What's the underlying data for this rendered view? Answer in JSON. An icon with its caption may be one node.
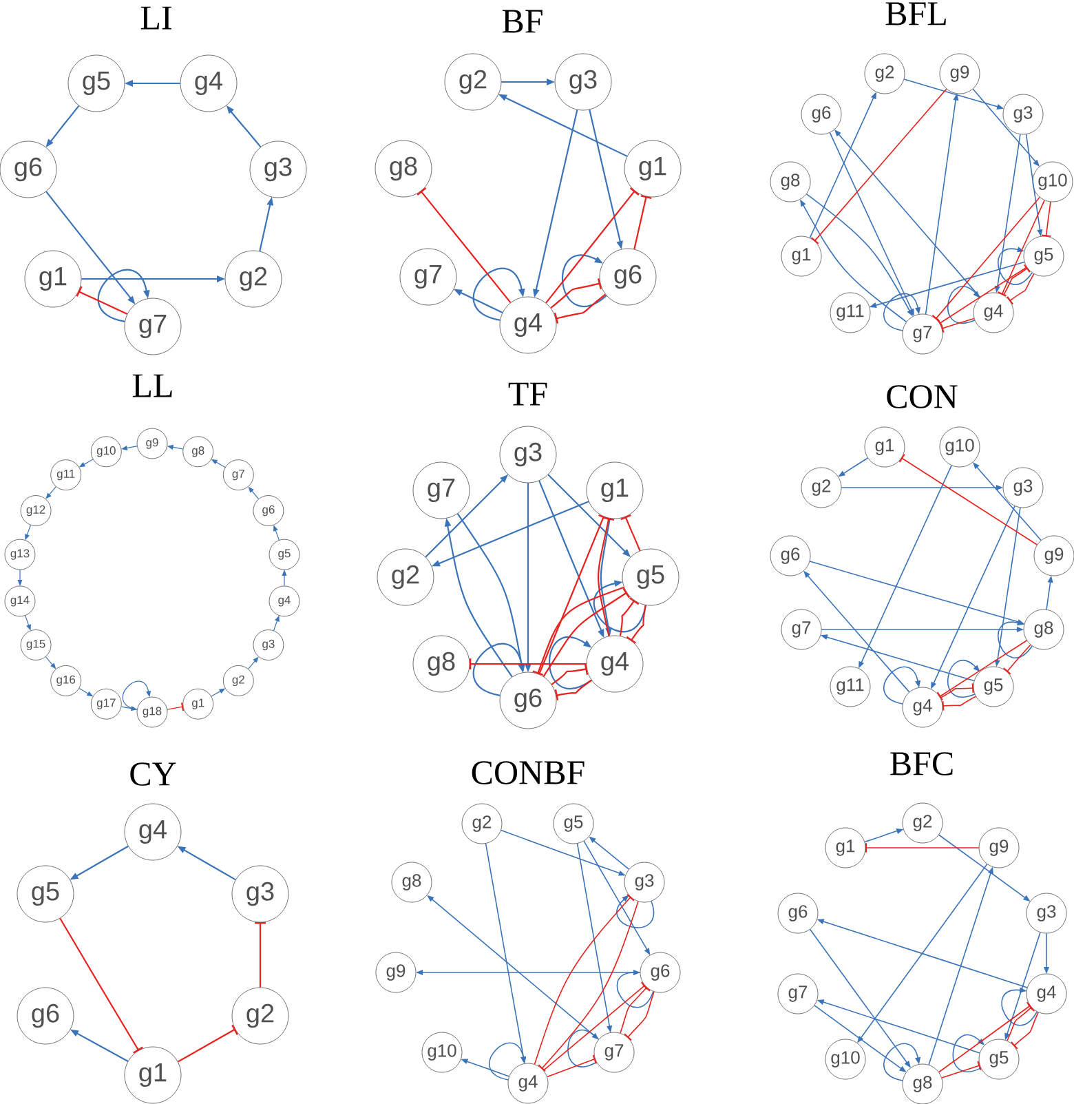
{
  "diagram": {
    "nodes": [
      {
        "text": [
          "g5"
        ]
      },
      {
        "text": [
          "g4"
        ]
      },
      {
        "text": [
          "g6"
        ]
      },
      {
        "text": [
          "g3"
        ]
      },
      {
        "text": [
          "g1"
        ]
      },
      {
        "text": [
          "g2"
        ]
      },
      {
        "text": [
          "g7"
        ]
      },
      {
        "text": [
          "g2"
        ]
      },
      {
        "text": [
          "g3"
        ]
      },
      {
        "text": [
          "g8"
        ]
      },
      {
        "text": [
          "g1"
        ]
      },
      {
        "text": [
          "g7"
        ]
      },
      {
        "text": [
          "g6"
        ]
      },
      {
        "text": [
          "g4"
        ]
      },
      {
        "text": [
          "g2"
        ]
      },
      {
        "text": [
          "g9"
        ]
      },
      {
        "text": [
          "g6"
        ]
      },
      {
        "text": [
          "g3"
        ]
      },
      {
        "text": [
          "g8"
        ]
      },
      {
        "text": [
          "g10"
        ]
      },
      {
        "text": [
          "g1"
        ]
      },
      {
        "text": [
          "g5"
        ]
      },
      {
        "text": [
          "g11"
        ]
      },
      {
        "text": [
          "g4"
        ]
      },
      {
        "text": [
          "g7"
        ]
      },
      {
        "text": [
          "g9"
        ]
      },
      {
        "text": [
          "g10"
        ]
      },
      {
        "text": [
          "g8"
        ]
      },
      {
        "text": [
          "g11"
        ]
      },
      {
        "text": [
          "g7"
        ]
      },
      {
        "text": [
          "g12"
        ]
      },
      {
        "text": [
          "g6"
        ]
      },
      {
        "text": [
          "g13"
        ]
      },
      {
        "text": [
          "g5"
        ]
      },
      {
        "text": [
          "g14"
        ]
      },
      {
        "text": [
          "g4"
        ]
      },
      {
        "text": [
          "g15"
        ]
      },
      {
        "text": [
          "g3"
        ]
      },
      {
        "text": [
          "g16"
        ]
      },
      {
        "text": [
          "g2"
        ]
      },
      {
        "text": [
          "g17"
        ]
      },
      {
        "text": [
          "g1"
        ]
      },
      {
        "text": [
          "g18"
        ]
      },
      {
        "text": [
          "g3"
        ]
      },
      {
        "text": [
          "g7"
        ]
      },
      {
        "text": [
          "g1"
        ]
      },
      {
        "text": [
          "g2"
        ]
      },
      {
        "text": [
          "g5"
        ]
      },
      {
        "text": [
          "g8"
        ]
      },
      {
        "text": [
          "g4"
        ]
      },
      {
        "text": [
          "g6"
        ]
      },
      {
        "text": [
          "g1"
        ]
      },
      {
        "text": [
          "g10"
        ]
      },
      {
        "text": [
          "g2"
        ]
      },
      {
        "text": [
          "g3"
        ]
      },
      {
        "text": [
          "g6"
        ]
      },
      {
        "text": [
          "g9"
        ]
      },
      {
        "text": [
          "g7"
        ]
      },
      {
        "text": [
          "g8"
        ]
      },
      {
        "text": [
          "g11"
        ]
      },
      {
        "text": [
          "g5"
        ]
      },
      {
        "text": [
          "g4"
        ]
      },
      {
        "text": [
          "g4"
        ]
      },
      {
        "text": [
          "g5"
        ]
      },
      {
        "text": [
          "g3"
        ]
      },
      {
        "text": [
          "g6"
        ]
      },
      {
        "text": [
          "g2"
        ]
      },
      {
        "text": [
          "g1"
        ]
      },
      {
        "text": [
          "g2"
        ]
      },
      {
        "text": [
          "g5"
        ]
      },
      {
        "text": [
          "g8"
        ]
      },
      {
        "text": [
          "g3"
        ]
      },
      {
        "text": [
          "g9"
        ]
      },
      {
        "text": [
          "g6"
        ]
      },
      {
        "text": [
          "g10"
        ]
      },
      {
        "text": [
          "g7"
        ]
      },
      {
        "text": [
          "g4"
        ]
      },
      {
        "text": [
          "g2"
        ]
      },
      {
        "text": [
          "g1"
        ]
      },
      {
        "text": [
          "g9"
        ]
      },
      {
        "text": [
          "g6"
        ]
      },
      {
        "text": [
          "g3"
        ]
      },
      {
        "text": [
          "g7"
        ]
      },
      {
        "text": [
          "g4"
        ]
      },
      {
        "text": [
          "g10"
        ]
      },
      {
        "text": [
          "g5"
        ]
      },
      {
        "text": [
          "g8"
        ]
      }
    ],
    "edges": [
      {
        "from": 1,
        "to": 0,
        "arrow": "to"
      },
      {
        "from": 0,
        "to": 2,
        "arrow": "to"
      },
      {
        "from": 2,
        "to": 6,
        "arrow": "to"
      },
      {
        "from": 3,
        "to": 1,
        "arrow": "to"
      },
      {
        "from": 5,
        "to": 3,
        "arrow": "to"
      },
      {
        "from": 4,
        "to": 5,
        "arrow": "to"
      },
      {
        "from": 6,
        "to": 6,
        "arrow": "to"
      },
      {
        "from": 6,
        "to": 4,
        "arrow": "other",
        "color": "#e8211d"
      },
      {
        "from": 7,
        "to": 8,
        "arrow": "to"
      },
      {
        "from": 10,
        "to": 7,
        "arrow": "to"
      },
      {
        "from": 8,
        "to": 13,
        "arrow": "to"
      },
      {
        "from": 8,
        "to": 12,
        "arrow": "to"
      },
      {
        "from": 13,
        "to": 11,
        "arrow": "to"
      },
      {
        "from": 13,
        "to": 13,
        "arrow": "to"
      },
      {
        "from": 12,
        "to": 12,
        "arrow": "to"
      },
      {
        "from": 13,
        "to": 9,
        "arrow": "other",
        "color": "#e8211d"
      },
      {
        "from": 13,
        "to": 10,
        "arrow": "other",
        "color": "#e8211d"
      },
      {
        "from": 13,
        "to": 12,
        "arrow": "other",
        "color": "#e8211d"
      },
      {
        "from": 12,
        "to": 10,
        "arrow": "other",
        "color": "#e8211d"
      },
      {
        "from": 12,
        "to": 13,
        "arrow": "other",
        "color": "#e8211d"
      },
      {
        "from": 14,
        "to": 17,
        "arrow": "to"
      },
      {
        "from": 20,
        "to": 14,
        "arrow": "to"
      },
      {
        "from": 15,
        "to": 19,
        "arrow": "to"
      },
      {
        "from": 24,
        "to": 15,
        "arrow": "to"
      },
      {
        "from": 16,
        "to": 24,
        "arrow": "to"
      },
      {
        "from": 18,
        "to": 24,
        "arrow": "to"
      },
      {
        "from": 24,
        "to": 18,
        "arrow": "to"
      },
      {
        "from": 23,
        "to": 16,
        "arrow": "to"
      },
      {
        "from": 17,
        "to": 23,
        "arrow": "to"
      },
      {
        "from": 17,
        "to": 21,
        "arrow": "to"
      },
      {
        "from": 24,
        "to": 24,
        "arrow": "to"
      },
      {
        "from": 21,
        "to": 22,
        "arrow": "to"
      },
      {
        "from": 21,
        "to": 21,
        "arrow": "to"
      },
      {
        "from": 23,
        "to": 23,
        "arrow": "to"
      },
      {
        "from": 15,
        "to": 20,
        "arrow": "other",
        "color": "#e8211d"
      },
      {
        "from": 19,
        "to": 21,
        "arrow": "other",
        "color": "#e8211d"
      },
      {
        "from": 19,
        "to": 23,
        "arrow": "other",
        "color": "#e8211d"
      },
      {
        "from": 19,
        "to": 24,
        "arrow": "other",
        "color": "#e8211d"
      },
      {
        "from": 21,
        "to": 24,
        "arrow": "other",
        "color": "#e8211d"
      },
      {
        "from": 21,
        "to": 23,
        "arrow": "other",
        "color": "#e8211d"
      },
      {
        "from": 23,
        "to": 21,
        "arrow": "other",
        "color": "#e8211d"
      },
      {
        "from": 23,
        "to": 24,
        "arrow": "other",
        "color": "#e8211d"
      },
      {
        "from": 41,
        "to": 39,
        "arrow": "to"
      },
      {
        "from": 39,
        "to": 37,
        "arrow": "to"
      },
      {
        "from": 37,
        "to": 35,
        "arrow": "to"
      },
      {
        "from": 35,
        "to": 33,
        "arrow": "to"
      },
      {
        "from": 33,
        "to": 31,
        "arrow": "to"
      },
      {
        "from": 31,
        "to": 29,
        "arrow": "to"
      },
      {
        "from": 29,
        "to": 27,
        "arrow": "to"
      },
      {
        "from": 27,
        "to": 25,
        "arrow": "to"
      },
      {
        "from": 25,
        "to": 26,
        "arrow": "to"
      },
      {
        "from": 26,
        "to": 28,
        "arrow": "to"
      },
      {
        "from": 28,
        "to": 30,
        "arrow": "to"
      },
      {
        "from": 30,
        "to": 32,
        "arrow": "to"
      },
      {
        "from": 32,
        "to": 34,
        "arrow": "to"
      },
      {
        "from": 34,
        "to": 36,
        "arrow": "to"
      },
      {
        "from": 36,
        "to": 38,
        "arrow": "to"
      },
      {
        "from": 38,
        "to": 40,
        "arrow": "to"
      },
      {
        "from": 40,
        "to": 42,
        "arrow": "to"
      },
      {
        "from": 42,
        "to": 42,
        "arrow": "to"
      },
      {
        "from": 42,
        "to": 41,
        "arrow": "other",
        "color": "#e8211d"
      },
      {
        "from": 46,
        "to": 43,
        "arrow": "to"
      },
      {
        "from": 45,
        "to": 46,
        "arrow": "to"
      },
      {
        "from": 43,
        "to": 50,
        "arrow": "to"
      },
      {
        "from": 43,
        "to": 49,
        "arrow": "to"
      },
      {
        "from": 43,
        "to": 47,
        "arrow": "to"
      },
      {
        "from": 44,
        "to": 50,
        "arrow": "to"
      },
      {
        "from": 50,
        "to": 44,
        "arrow": "to"
      },
      {
        "from": 50,
        "to": 50,
        "arrow": "to"
      },
      {
        "from": 49,
        "to": 49,
        "arrow": "to"
      },
      {
        "from": 47,
        "to": 47,
        "arrow": "to"
      },
      {
        "from": 45,
        "to": 49,
        "arrow": "to"
      },
      {
        "from": 49,
        "to": 48,
        "arrow": "other",
        "color": "#e8211d"
      },
      {
        "from": 50,
        "to": 45,
        "arrow": "other",
        "color": "#e8211d"
      },
      {
        "from": 50,
        "to": 47,
        "arrow": "other",
        "color": "#e8211d"
      },
      {
        "from": 50,
        "to": 49,
        "arrow": "other",
        "color": "#e8211d"
      },
      {
        "from": 47,
        "to": 50,
        "arrow": "other",
        "color": "#e8211d"
      },
      {
        "from": 47,
        "to": 49,
        "arrow": "other",
        "color": "#e8211d"
      },
      {
        "from": 49,
        "to": 50,
        "arrow": "other",
        "color": "#e8211d"
      },
      {
        "from": 47,
        "to": 45,
        "arrow": "other",
        "color": "#e8211d"
      },
      {
        "from": 49,
        "to": 47,
        "arrow": "other",
        "color": "#e8211d"
      },
      {
        "from": 49,
        "to": 45,
        "arrow": "other",
        "color": "#e8211d"
      },
      {
        "from": 51,
        "to": 53,
        "arrow": "to"
      },
      {
        "from": 53,
        "to": 54,
        "arrow": "to"
      },
      {
        "from": 56,
        "to": 52,
        "arrow": "to"
      },
      {
        "from": 52,
        "to": 59,
        "arrow": "to"
      },
      {
        "from": 54,
        "to": 61,
        "arrow": "to"
      },
      {
        "from": 54,
        "to": 60,
        "arrow": "to"
      },
      {
        "from": 55,
        "to": 58,
        "arrow": "to"
      },
      {
        "from": 57,
        "to": 58,
        "arrow": "to"
      },
      {
        "from": 58,
        "to": 56,
        "arrow": "to"
      },
      {
        "from": 58,
        "to": 58,
        "arrow": "to"
      },
      {
        "from": 60,
        "to": 57,
        "arrow": "to"
      },
      {
        "from": 61,
        "to": 55,
        "arrow": "to"
      },
      {
        "from": 61,
        "to": 61,
        "arrow": "to"
      },
      {
        "from": 60,
        "to": 60,
        "arrow": "to"
      },
      {
        "from": 56,
        "to": 51,
        "arrow": "other",
        "color": "#e8211d"
      },
      {
        "from": 58,
        "to": 61,
        "arrow": "other",
        "color": "#e8211d"
      },
      {
        "from": 58,
        "to": 60,
        "arrow": "other",
        "color": "#e8211d"
      },
      {
        "from": 60,
        "to": 61,
        "arrow": "other",
        "color": "#e8211d"
      },
      {
        "from": 61,
        "to": 60,
        "arrow": "other",
        "color": "#e8211d"
      },
      {
        "from": 64,
        "to": 62,
        "arrow": "to"
      },
      {
        "from": 62,
        "to": 63,
        "arrow": "to"
      },
      {
        "from": 67,
        "to": 65,
        "arrow": "to"
      },
      {
        "from": 63,
        "to": 67,
        "arrow": "other",
        "color": "#e8211d"
      },
      {
        "from": 67,
        "to": 66,
        "arrow": "other",
        "color": "#e8211d"
      },
      {
        "from": 66,
        "to": 64,
        "arrow": "other",
        "color": "#e8211d"
      },
      {
        "from": 68,
        "to": 71,
        "arrow": "to"
      },
      {
        "from": 68,
        "to": 76,
        "arrow": "to"
      },
      {
        "from": 71,
        "to": 69,
        "arrow": "to"
      },
      {
        "from": 71,
        "to": 71,
        "arrow": "to"
      },
      {
        "from": 69,
        "to": 75,
        "arrow": "to"
      },
      {
        "from": 69,
        "to": 73,
        "arrow": "to"
      },
      {
        "from": 73,
        "to": 73,
        "arrow": "to"
      },
      {
        "from": 73,
        "to": 72,
        "arrow": "to"
      },
      {
        "from": 75,
        "to": 70,
        "arrow": "to"
      },
      {
        "from": 75,
        "to": 75,
        "arrow": "to"
      },
      {
        "from": 76,
        "to": 74,
        "arrow": "to"
      },
      {
        "from": 76,
        "to": 76,
        "arrow": "to"
      },
      {
        "from": 71,
        "to": 76,
        "arrow": "other",
        "color": "#e8211d"
      },
      {
        "from": 76,
        "to": 71,
        "arrow": "other",
        "color": "#e8211d"
      },
      {
        "from": 76,
        "to": 73,
        "arrow": "other",
        "color": "#e8211d"
      },
      {
        "from": 76,
        "to": 75,
        "arrow": "other",
        "color": "#e8211d"
      },
      {
        "from": 73,
        "to": 75,
        "arrow": "other",
        "color": "#e8211d"
      },
      {
        "from": 75,
        "to": 73,
        "arrow": "other",
        "color": "#e8211d"
      },
      {
        "from": 78,
        "to": 77,
        "arrow": "to"
      },
      {
        "from": 77,
        "to": 81,
        "arrow": "to"
      },
      {
        "from": 81,
        "to": 83,
        "arrow": "to"
      },
      {
        "from": 81,
        "to": 85,
        "arrow": "to"
      },
      {
        "from": 83,
        "to": 83,
        "arrow": "to"
      },
      {
        "from": 83,
        "to": 80,
        "arrow": "to"
      },
      {
        "from": 79,
        "to": 84,
        "arrow": "to"
      },
      {
        "from": 86,
        "to": 79,
        "arrow": "to"
      },
      {
        "from": 80,
        "to": 86,
        "arrow": "to"
      },
      {
        "from": 82,
        "to": 86,
        "arrow": "to"
      },
      {
        "from": 86,
        "to": 86,
        "arrow": "to"
      },
      {
        "from": 85,
        "to": 82,
        "arrow": "to"
      },
      {
        "from": 85,
        "to": 85,
        "arrow": "to"
      },
      {
        "from": 79,
        "to": 78,
        "arrow": "other",
        "color": "#e8211d"
      },
      {
        "from": 86,
        "to": 83,
        "arrow": "other",
        "color": "#e8211d"
      },
      {
        "from": 86,
        "to": 85,
        "arrow": "other",
        "color": "#e8211d"
      },
      {
        "from": 83,
        "to": 85,
        "arrow": "other",
        "color": "#e8211d"
      },
      {
        "from": 85,
        "to": 83,
        "arrow": "other",
        "color": "#e8211d"
      }
    ],
    "labels": [
      "LI",
      "BF",
      "BFL",
      "LL",
      "TF",
      "CON",
      "CY",
      "CONBF",
      "BFC"
    ]
  }
}
